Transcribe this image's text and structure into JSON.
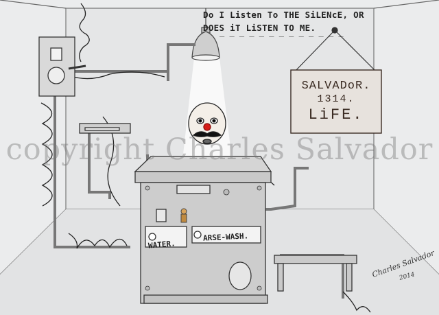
{
  "caption": "Do I Listen To THE SiLENcE, OR DOES iT LiSTEN TO ME.",
  "sign": {
    "line1": "SALVADoR.",
    "line2": "1314.",
    "line3": "LiFE."
  },
  "labels": {
    "water": "WATER.",
    "arse_wash": "ARSE-WASH."
  },
  "watermark": "copyright Charles Salvador",
  "signature": "Charles Salvador",
  "year": "2014"
}
